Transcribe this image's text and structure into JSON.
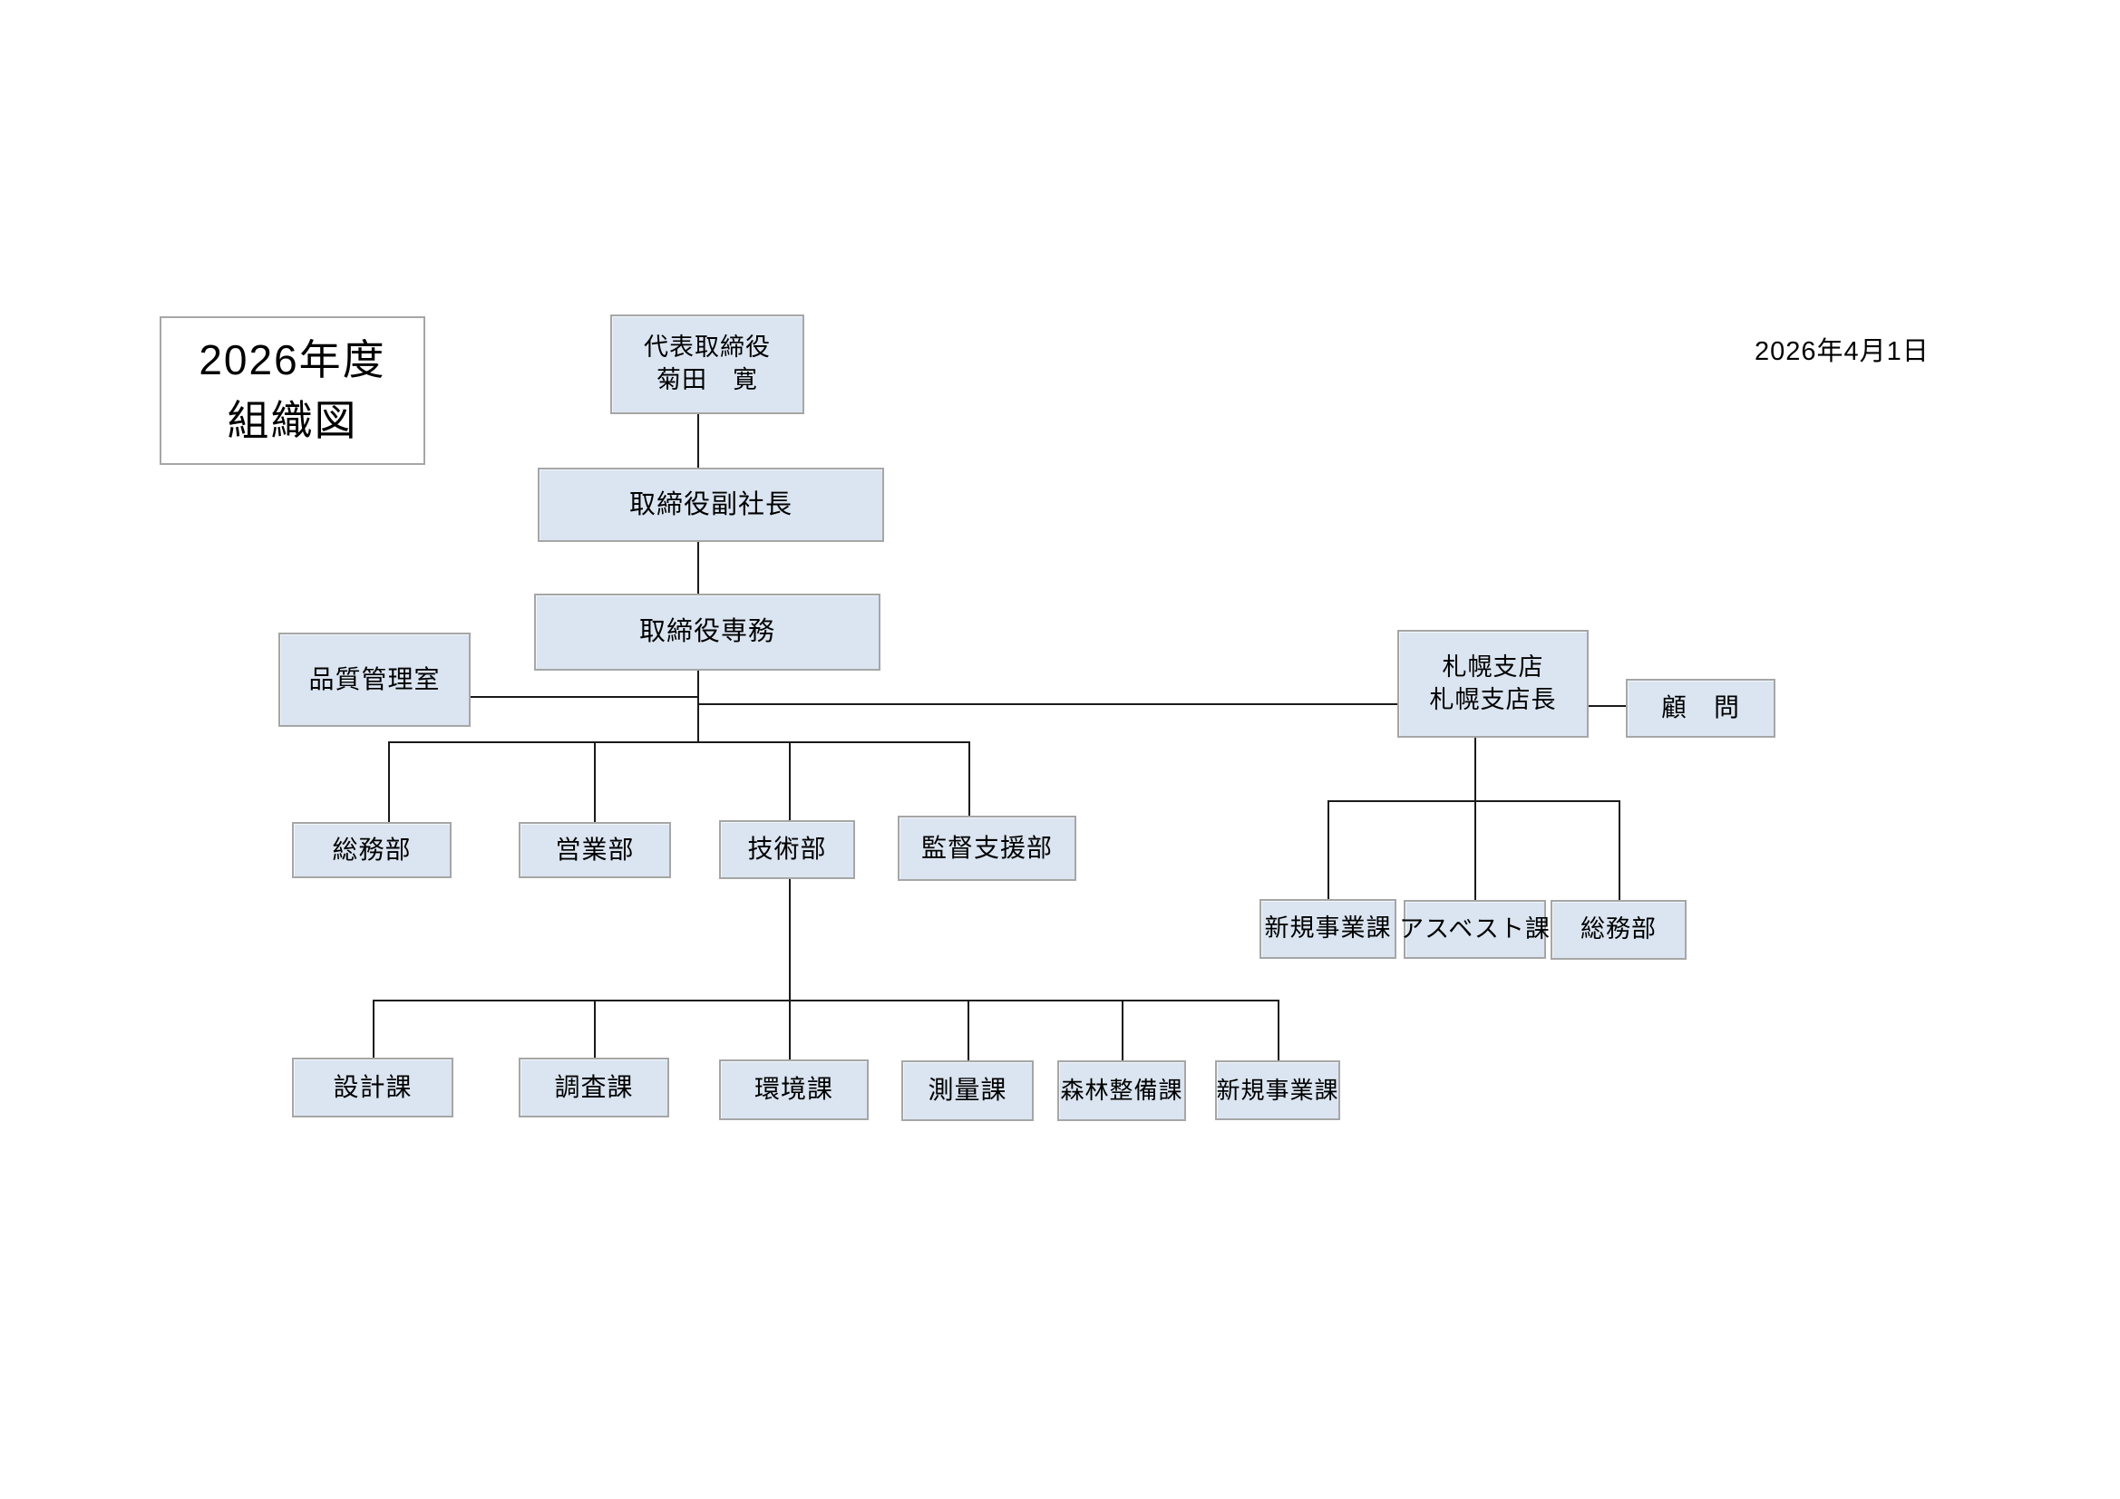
{
  "page": {
    "title_line1": "2026年度",
    "title_line2": "組織図",
    "date": "2026年4月1日"
  },
  "nodes": {
    "president": {
      "line1": "代表取締役",
      "line2": "菊田　寛"
    },
    "vice_president": {
      "label": "取締役副社長"
    },
    "senior_managing_director": {
      "label": "取締役専務"
    },
    "quality_control_office": {
      "label": "品質管理室"
    },
    "sapporo_branch": {
      "line1": "札幌支店",
      "line2": "札幌支店長"
    },
    "advisor": {
      "label": "顧　問"
    },
    "general_affairs_dept": {
      "label": "総務部"
    },
    "sales_dept": {
      "label": "営業部"
    },
    "engineering_dept": {
      "label": "技術部"
    },
    "supervision_support_dept": {
      "label": "監督支援部"
    },
    "sapporo_new_business_section": {
      "label": "新規事業課"
    },
    "sapporo_asbestos_section": {
      "label": "アスベスト課"
    },
    "sapporo_general_affairs_dept": {
      "label": "総務部"
    },
    "design_section": {
      "label": "設計課"
    },
    "survey_section": {
      "label": "調査課"
    },
    "environment_section": {
      "label": "環境課"
    },
    "measurement_section": {
      "label": "測量課"
    },
    "forest_maintenance_section": {
      "label": "森林整備課"
    },
    "new_business_section": {
      "label": "新規事業課"
    }
  },
  "colors": {
    "node_fill": "#dbe5f1",
    "node_border": "#a6a6a6",
    "connector_line": "#1a1a1a",
    "title_fill": "#ffffff",
    "text": "#000000",
    "page_background": "#ffffff"
  }
}
